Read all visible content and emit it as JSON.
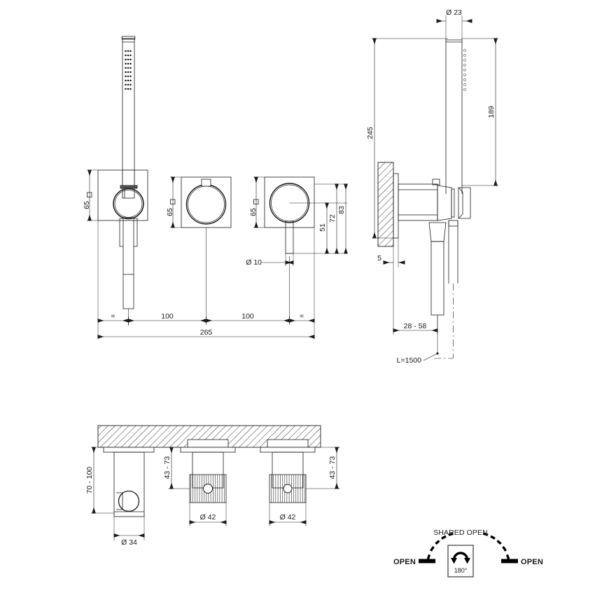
{
  "drawing": {
    "title": "Wall-mounted shower mixer technical drawing",
    "line_color": "#1a1a1a",
    "hatch_color": "#1a1a1a",
    "background": "#ffffff"
  },
  "front_view": {
    "name": "front-elevation",
    "dimensions": {
      "plate1_size": "65",
      "plate2_size": "65",
      "plate3_size": "65",
      "outlet_dia": "Ø 10",
      "height_51": "51",
      "height_72": "72",
      "height_83": "83",
      "spacing_left_equal": "=",
      "spacing_1": "100",
      "spacing_2": "100",
      "spacing_right_equal": "=",
      "total_width": "265"
    }
  },
  "side_view": {
    "name": "side-section",
    "dimensions": {
      "handset_dia": "Ø 23",
      "handset_length": "189",
      "overall_height": "245",
      "wall_offset": "5",
      "projection_range": "28 - 58",
      "hose_length": "L=1500"
    }
  },
  "bottom_section": {
    "name": "rough-in-section",
    "dimensions": {
      "holder_depth_range": "70 - 100",
      "holder_dia": "Ø 34",
      "valve1_depth_range": "43 - 73",
      "valve2_depth_range": "43 - 73",
      "valve1_dia": "Ø 42",
      "valve2_dia": "Ø 42"
    }
  },
  "operation_diagram": {
    "name": "valve-operation-legend",
    "shared_open_label": "SHARED OPEN",
    "open_left_label": "OPEN",
    "open_right_label": "OPEN",
    "rotation_label": "180°"
  }
}
